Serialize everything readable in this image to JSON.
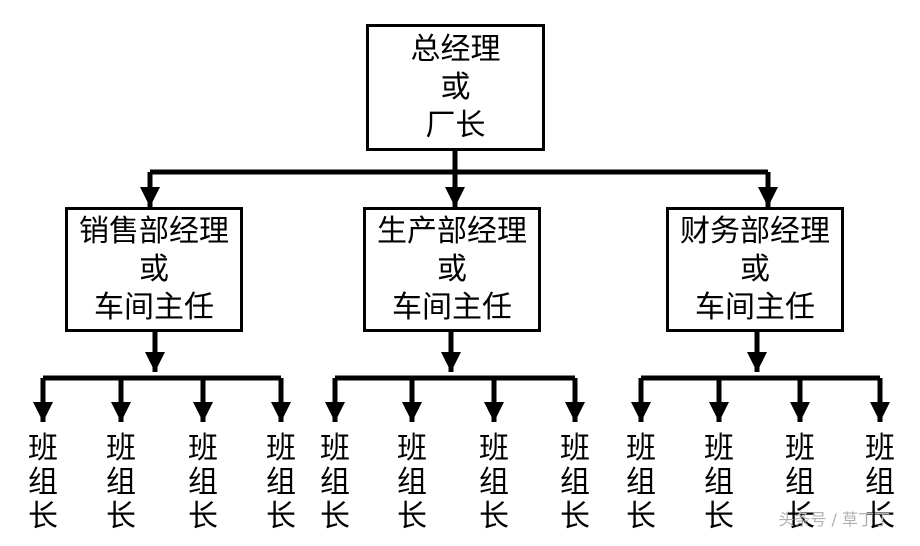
{
  "top": {
    "lines": [
      "总经理",
      "或",
      "厂长"
    ]
  },
  "managers": [
    {
      "lines": [
        "销售部经理",
        "或",
        "车间主任"
      ],
      "leaders": [
        [
          "班",
          "组",
          "长"
        ],
        [
          "班",
          "组",
          "长"
        ],
        [
          "班",
          "组",
          "长"
        ],
        [
          "班",
          "组",
          "长"
        ]
      ]
    },
    {
      "lines": [
        "生产部经理",
        "或",
        "车间主任"
      ],
      "leaders": [
        [
          "班",
          "组",
          "长"
        ],
        [
          "班",
          "组",
          "长"
        ],
        [
          "班",
          "组",
          "长"
        ],
        [
          "班",
          "组",
          "长"
        ]
      ]
    },
    {
      "lines": [
        "财务部经理",
        "或",
        "车间主任"
      ],
      "leaders": [
        [
          "班",
          "组",
          "长"
        ],
        [
          "班",
          "组",
          "长"
        ],
        [
          "班",
          "组",
          "长"
        ],
        [
          "班",
          "组",
          "长"
        ]
      ]
    }
  ],
  "watermark": "头条号 / 草丁丁"
}
